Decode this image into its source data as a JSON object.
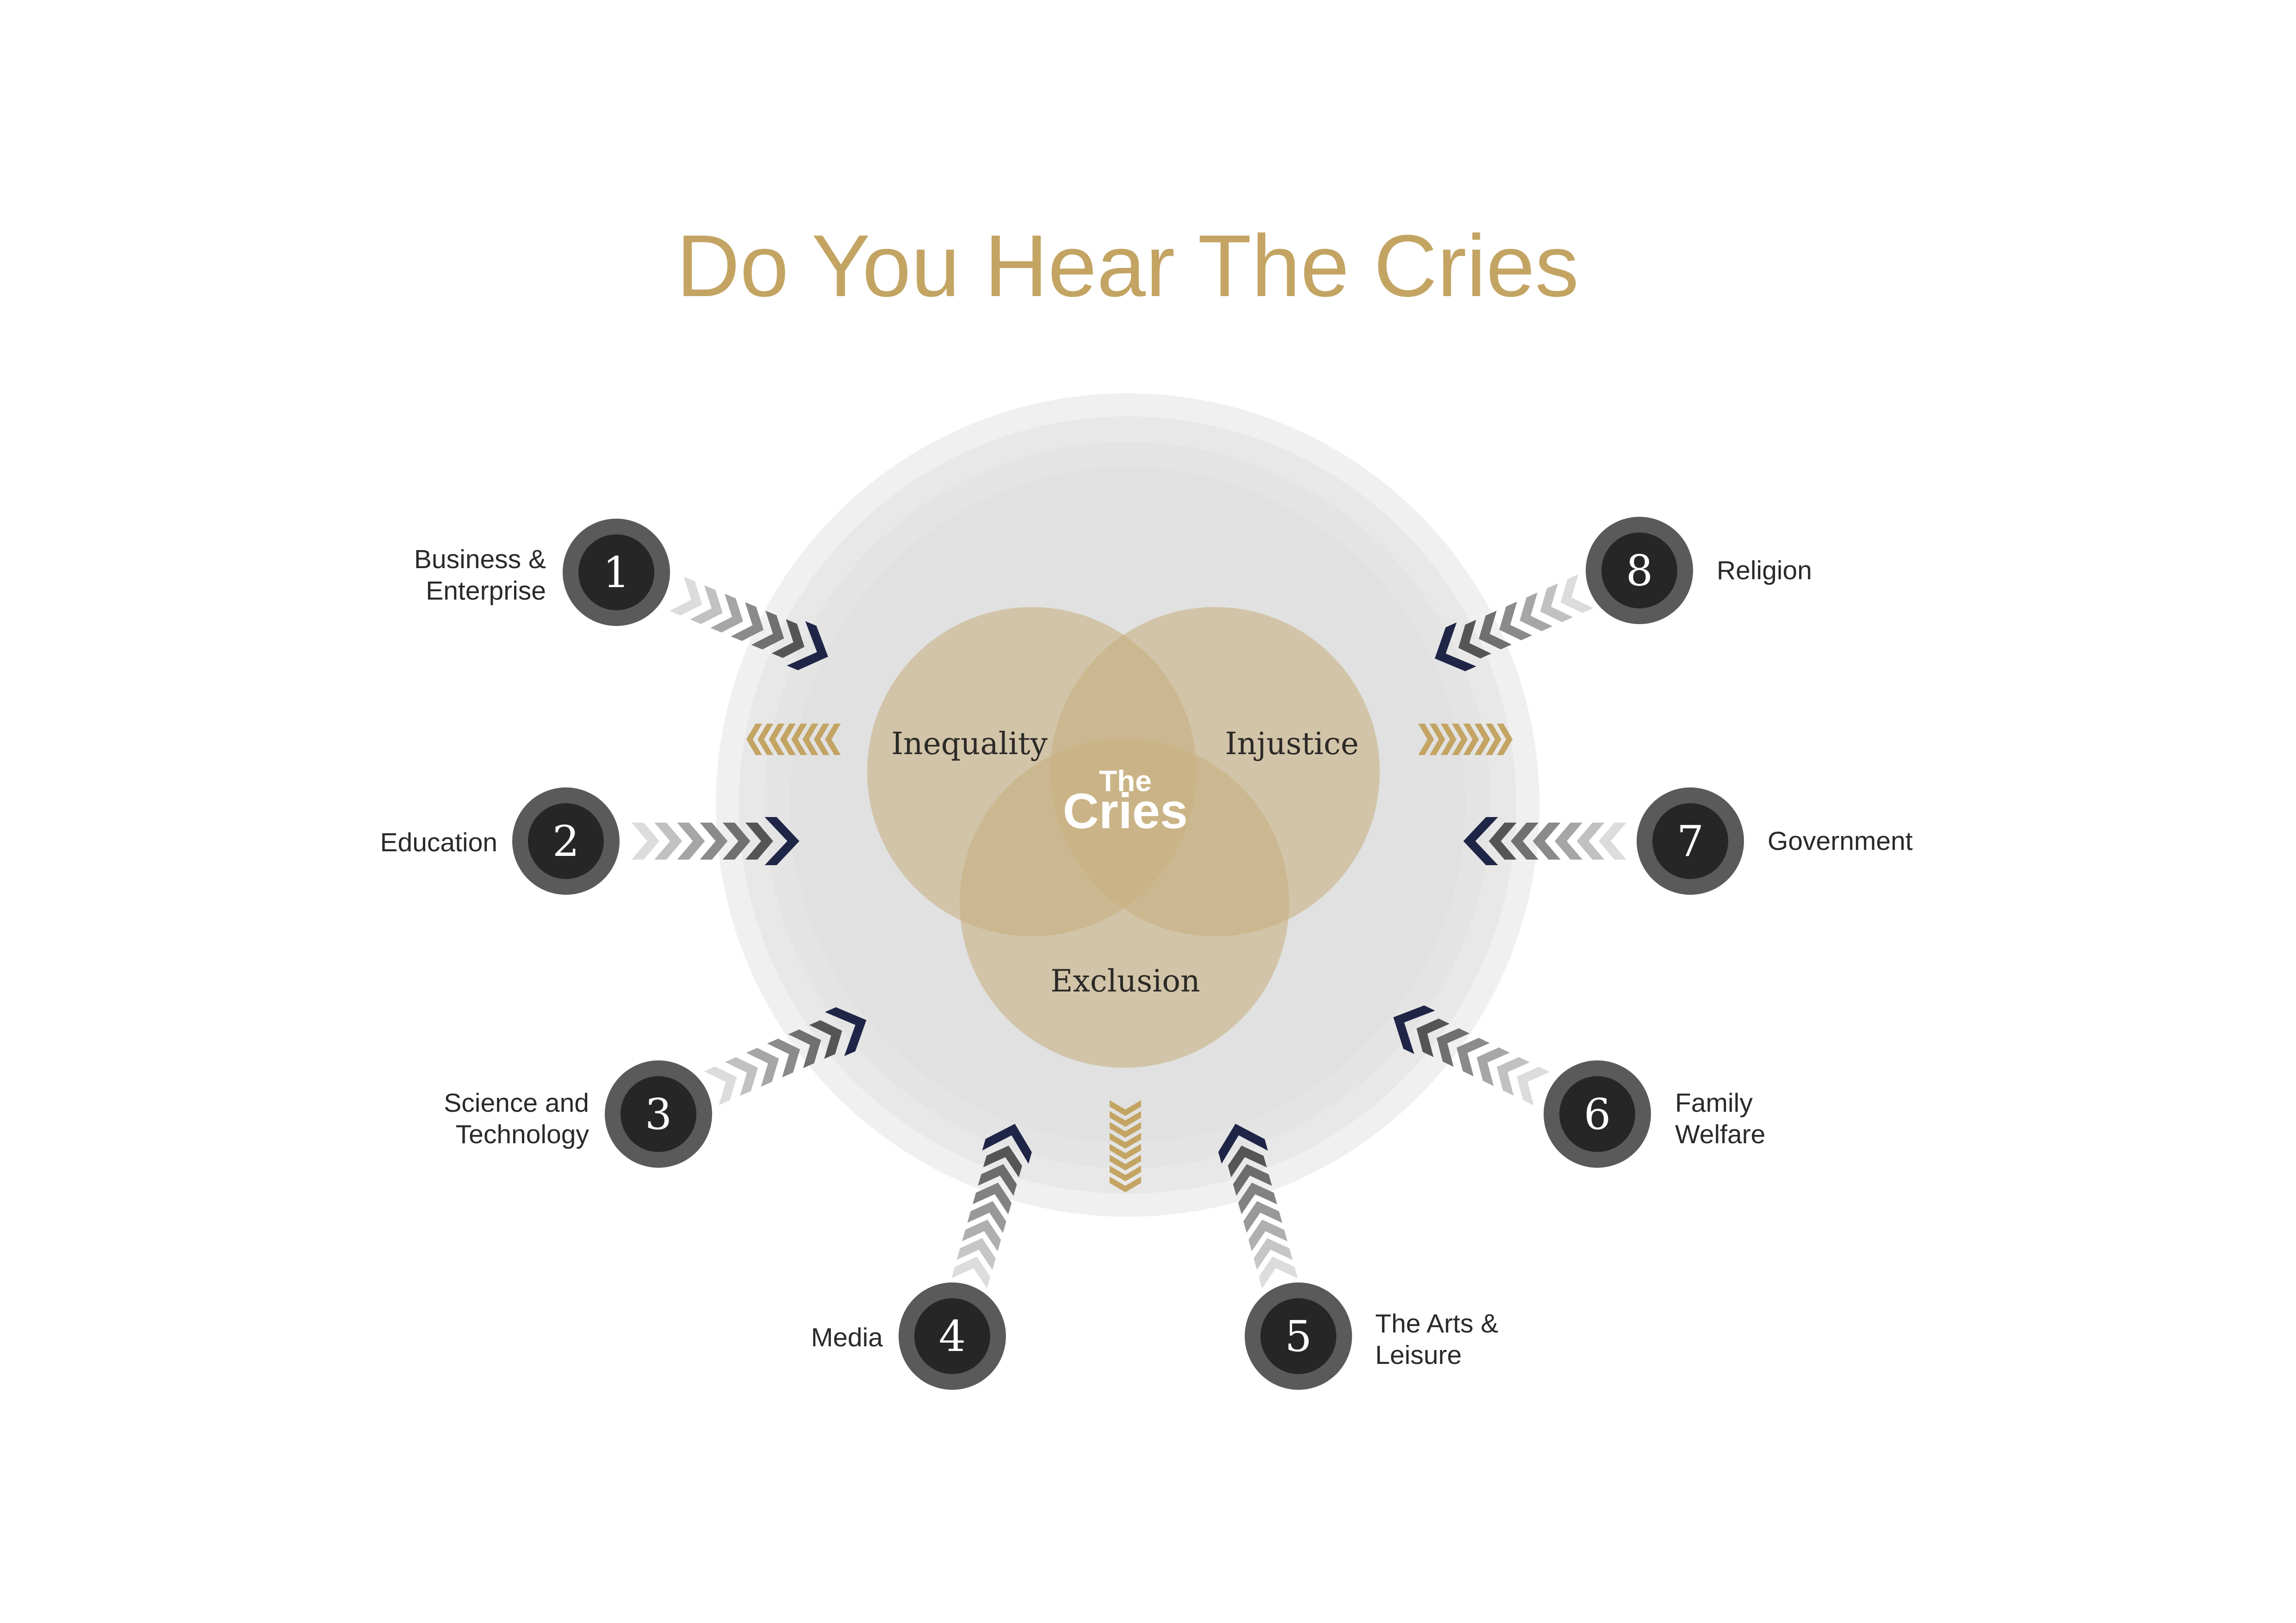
{
  "title": "Do You Hear The Cries",
  "center": {
    "line1": "The",
    "line2": "Cries"
  },
  "venn": {
    "left": "Inequality",
    "right": "Injustice",
    "bottom": "Exclusion"
  },
  "sectors": [
    {
      "number": "1",
      "lines": [
        "Business &",
        "Enterprise"
      ]
    },
    {
      "number": "2",
      "lines": [
        "Education"
      ]
    },
    {
      "number": "3",
      "lines": [
        "Science and",
        "Technology"
      ]
    },
    {
      "number": "4",
      "lines": [
        "Media"
      ]
    },
    {
      "number": "5",
      "lines": [
        "The Arts &",
        "Leisure"
      ]
    },
    {
      "number": "6",
      "lines": [
        "Family",
        "Welfare"
      ]
    },
    {
      "number": "7",
      "lines": [
        "Government"
      ]
    },
    {
      "number": "8",
      "lines": [
        "Religion"
      ]
    }
  ],
  "colors": {
    "gold": "#c3a463",
    "navy": "#1f2547",
    "badge_outer": "#5a5a5a",
    "badge_inner": "#262626"
  }
}
